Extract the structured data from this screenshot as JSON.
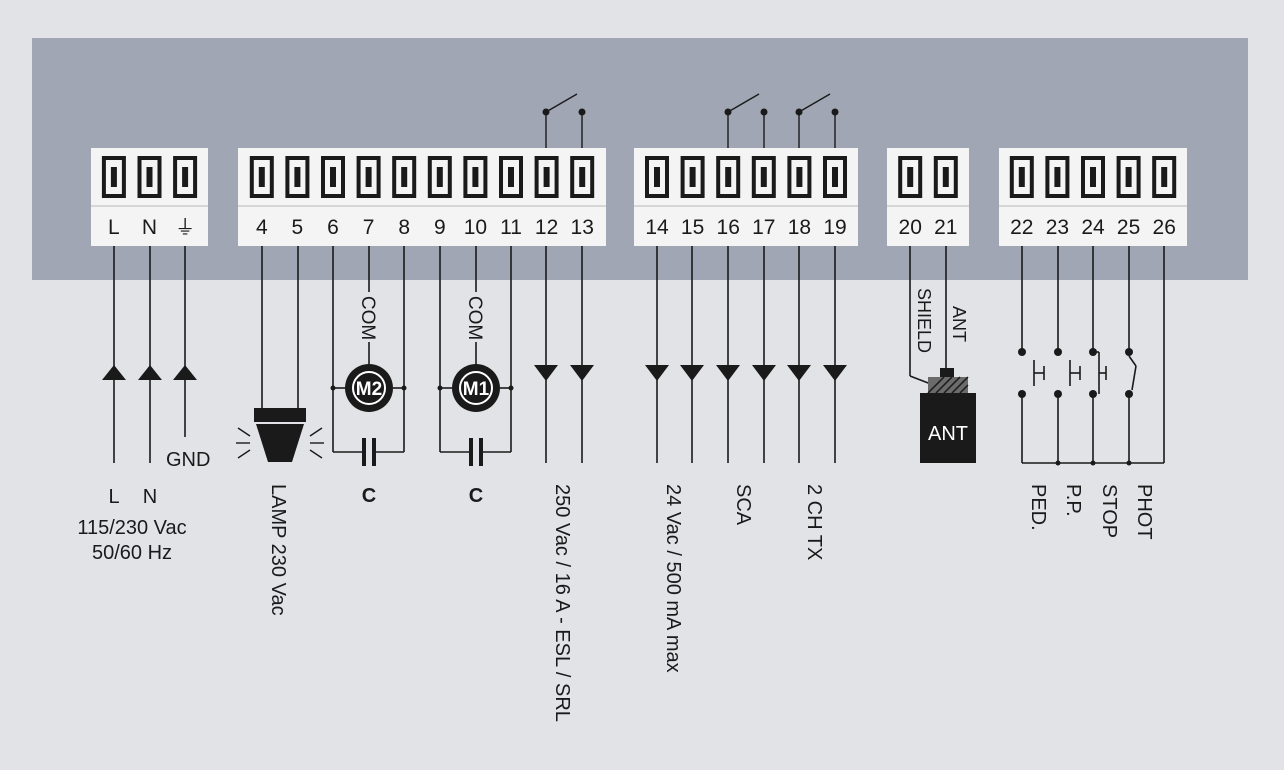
{
  "terminal_groups": [
    {
      "id": "power",
      "labels": [
        "L",
        "N",
        "⏚"
      ]
    },
    {
      "id": "motors",
      "labels": [
        "4",
        "5",
        "6",
        "7",
        "8",
        "9",
        "10",
        "11",
        "12",
        "13"
      ]
    },
    {
      "id": "accessories",
      "labels": [
        "14",
        "15",
        "16",
        "17",
        "18",
        "19"
      ]
    },
    {
      "id": "antenna",
      "labels": [
        "20",
        "21"
      ]
    },
    {
      "id": "inputs",
      "labels": [
        "22",
        "23",
        "24",
        "25",
        "26"
      ]
    }
  ],
  "power": {
    "gnd_label": "GND",
    "line_labels": [
      "L",
      "N"
    ],
    "supply_line1": "115/230 Vac",
    "supply_line2": "50/60 Hz"
  },
  "lamp": {
    "label": "LAMP 230 Vac"
  },
  "motor2": {
    "name": "M2",
    "com": "COM",
    "cap": "C"
  },
  "motor1": {
    "name": "M1",
    "com": "COM",
    "cap": "C"
  },
  "relay": {
    "label": "250 Vac / 16 A - ESL / SRL"
  },
  "aux": {
    "label": "24 Vac / 500 mA max"
  },
  "sca": {
    "label": "SCA"
  },
  "ch2": {
    "label": "2 CH TX"
  },
  "antenna": {
    "shield": "SHIELD",
    "ant": "ANT",
    "box_label": "ANT"
  },
  "inputs": {
    "labels": [
      "PED.",
      "P.P.",
      "STOP",
      "PHOT"
    ]
  },
  "colors": {
    "board": "#a0a6b3",
    "background": "#e1e3e6",
    "ink": "#1a1a1a"
  }
}
